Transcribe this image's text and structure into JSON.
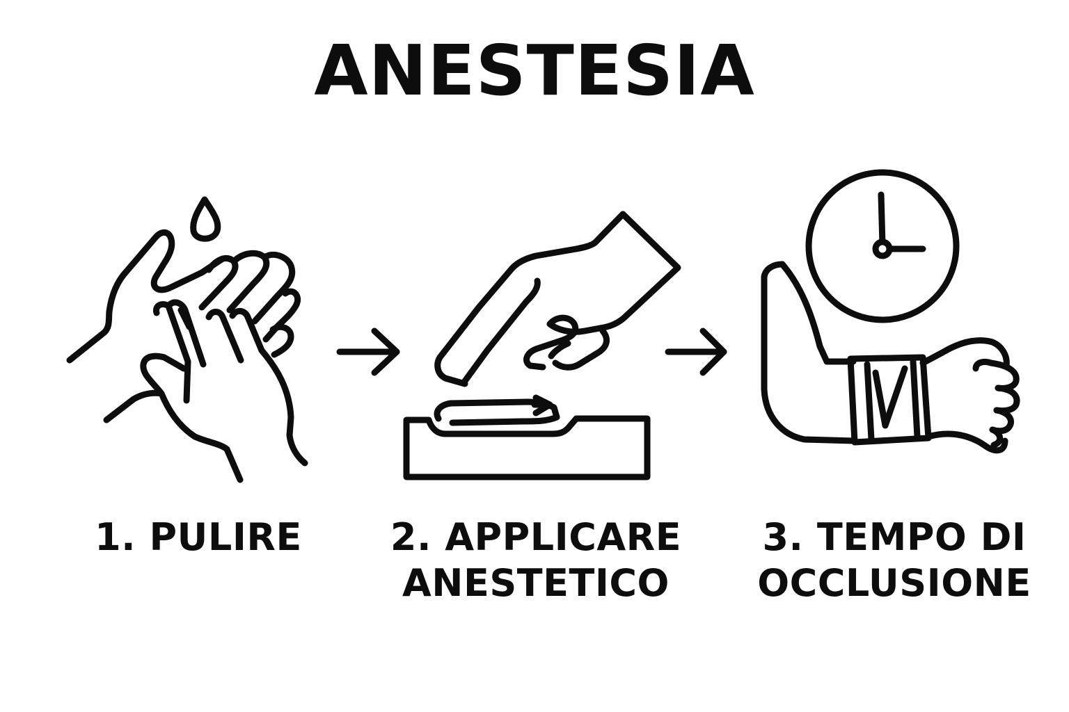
{
  "title": "ANESTESIA",
  "steps": [
    {
      "number": "1.",
      "lines": [
        "1. PULIRE"
      ],
      "icon": "hands-washing-icon"
    },
    {
      "number": "2.",
      "lines": [
        "2. APPLICARE",
        "ANESTETICO"
      ],
      "icon": "apply-cream-icon"
    },
    {
      "number": "3.",
      "lines": [
        "3. TEMPO DI",
        "OCCLUSIONE"
      ],
      "icon": "clock-bandaged-arm-icon"
    }
  ],
  "connectors": [
    "arrow-right-icon",
    "arrow-right-icon"
  ],
  "colors": {
    "ink": "#0d0d0d",
    "background": "#fefefe"
  }
}
